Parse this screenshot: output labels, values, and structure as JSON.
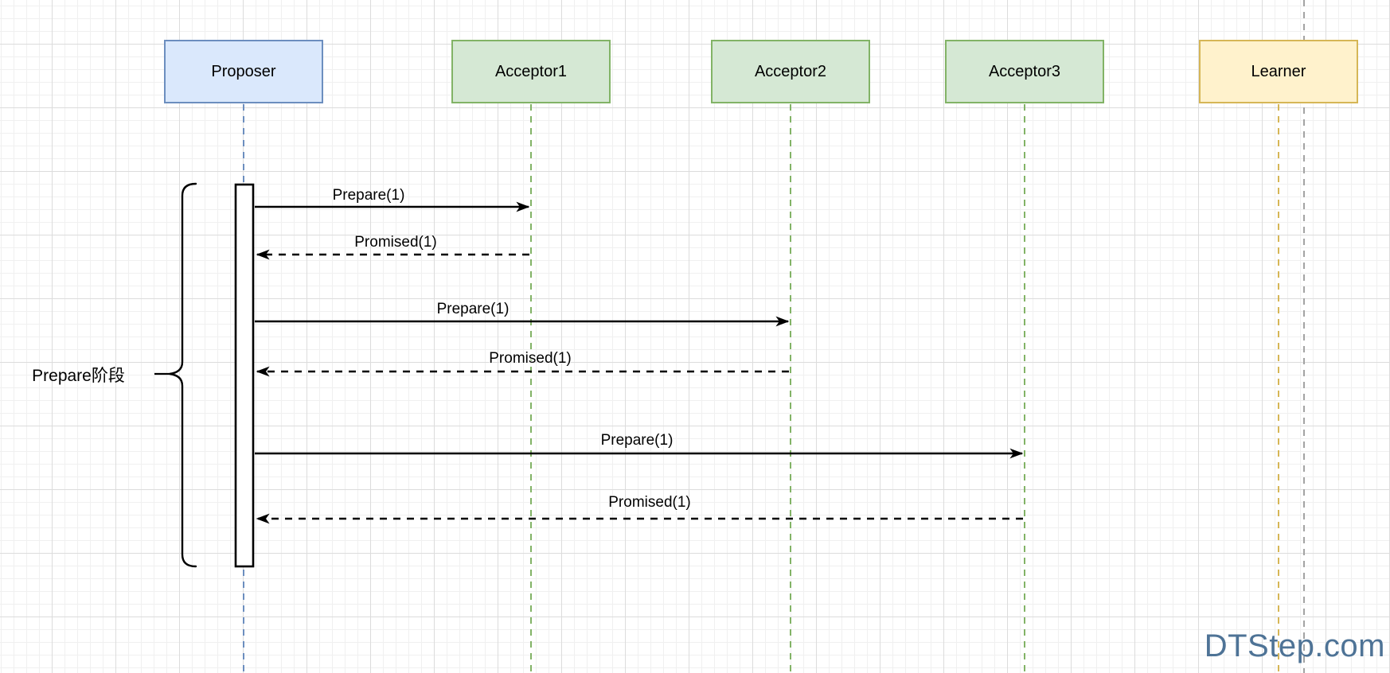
{
  "diagram": {
    "participants": [
      {
        "id": "proposer",
        "label": "Proposer",
        "fill": "#dae8fc",
        "border": "#6c8ebf"
      },
      {
        "id": "acceptor1",
        "label": "Acceptor1",
        "fill": "#d5e8d4",
        "border": "#82b366"
      },
      {
        "id": "acceptor2",
        "label": "Acceptor2",
        "fill": "#d5e8d4",
        "border": "#82b366"
      },
      {
        "id": "acceptor3",
        "label": "Acceptor3",
        "fill": "#d5e8d4",
        "border": "#82b366"
      },
      {
        "id": "learner",
        "label": "Learner",
        "fill": "#fff2cc",
        "border": "#d6b656"
      }
    ],
    "messages": [
      {
        "label": "Prepare(1)",
        "from": "proposer",
        "to": "acceptor1",
        "line": "solid"
      },
      {
        "label": "Promised(1)",
        "from": "acceptor1",
        "to": "proposer",
        "line": "dashed"
      },
      {
        "label": "Prepare(1)",
        "from": "proposer",
        "to": "acceptor2",
        "line": "solid"
      },
      {
        "label": "Promised(1)",
        "from": "acceptor2",
        "to": "proposer",
        "line": "dashed"
      },
      {
        "label": "Prepare(1)",
        "from": "proposer",
        "to": "acceptor3",
        "line": "solid"
      },
      {
        "label": "Promised(1)",
        "from": "acceptor3",
        "to": "proposer",
        "line": "dashed"
      }
    ],
    "phase_bracket": {
      "label": "Prepare阶段"
    },
    "watermark": {
      "text": "DTStep.com",
      "color": "#4e7396"
    },
    "lifeline_colors": {
      "proposer": "#6c8ebf",
      "acceptors": "#82b366",
      "learner": "#d6b656",
      "unlabeled": "#a3a3a3"
    }
  }
}
